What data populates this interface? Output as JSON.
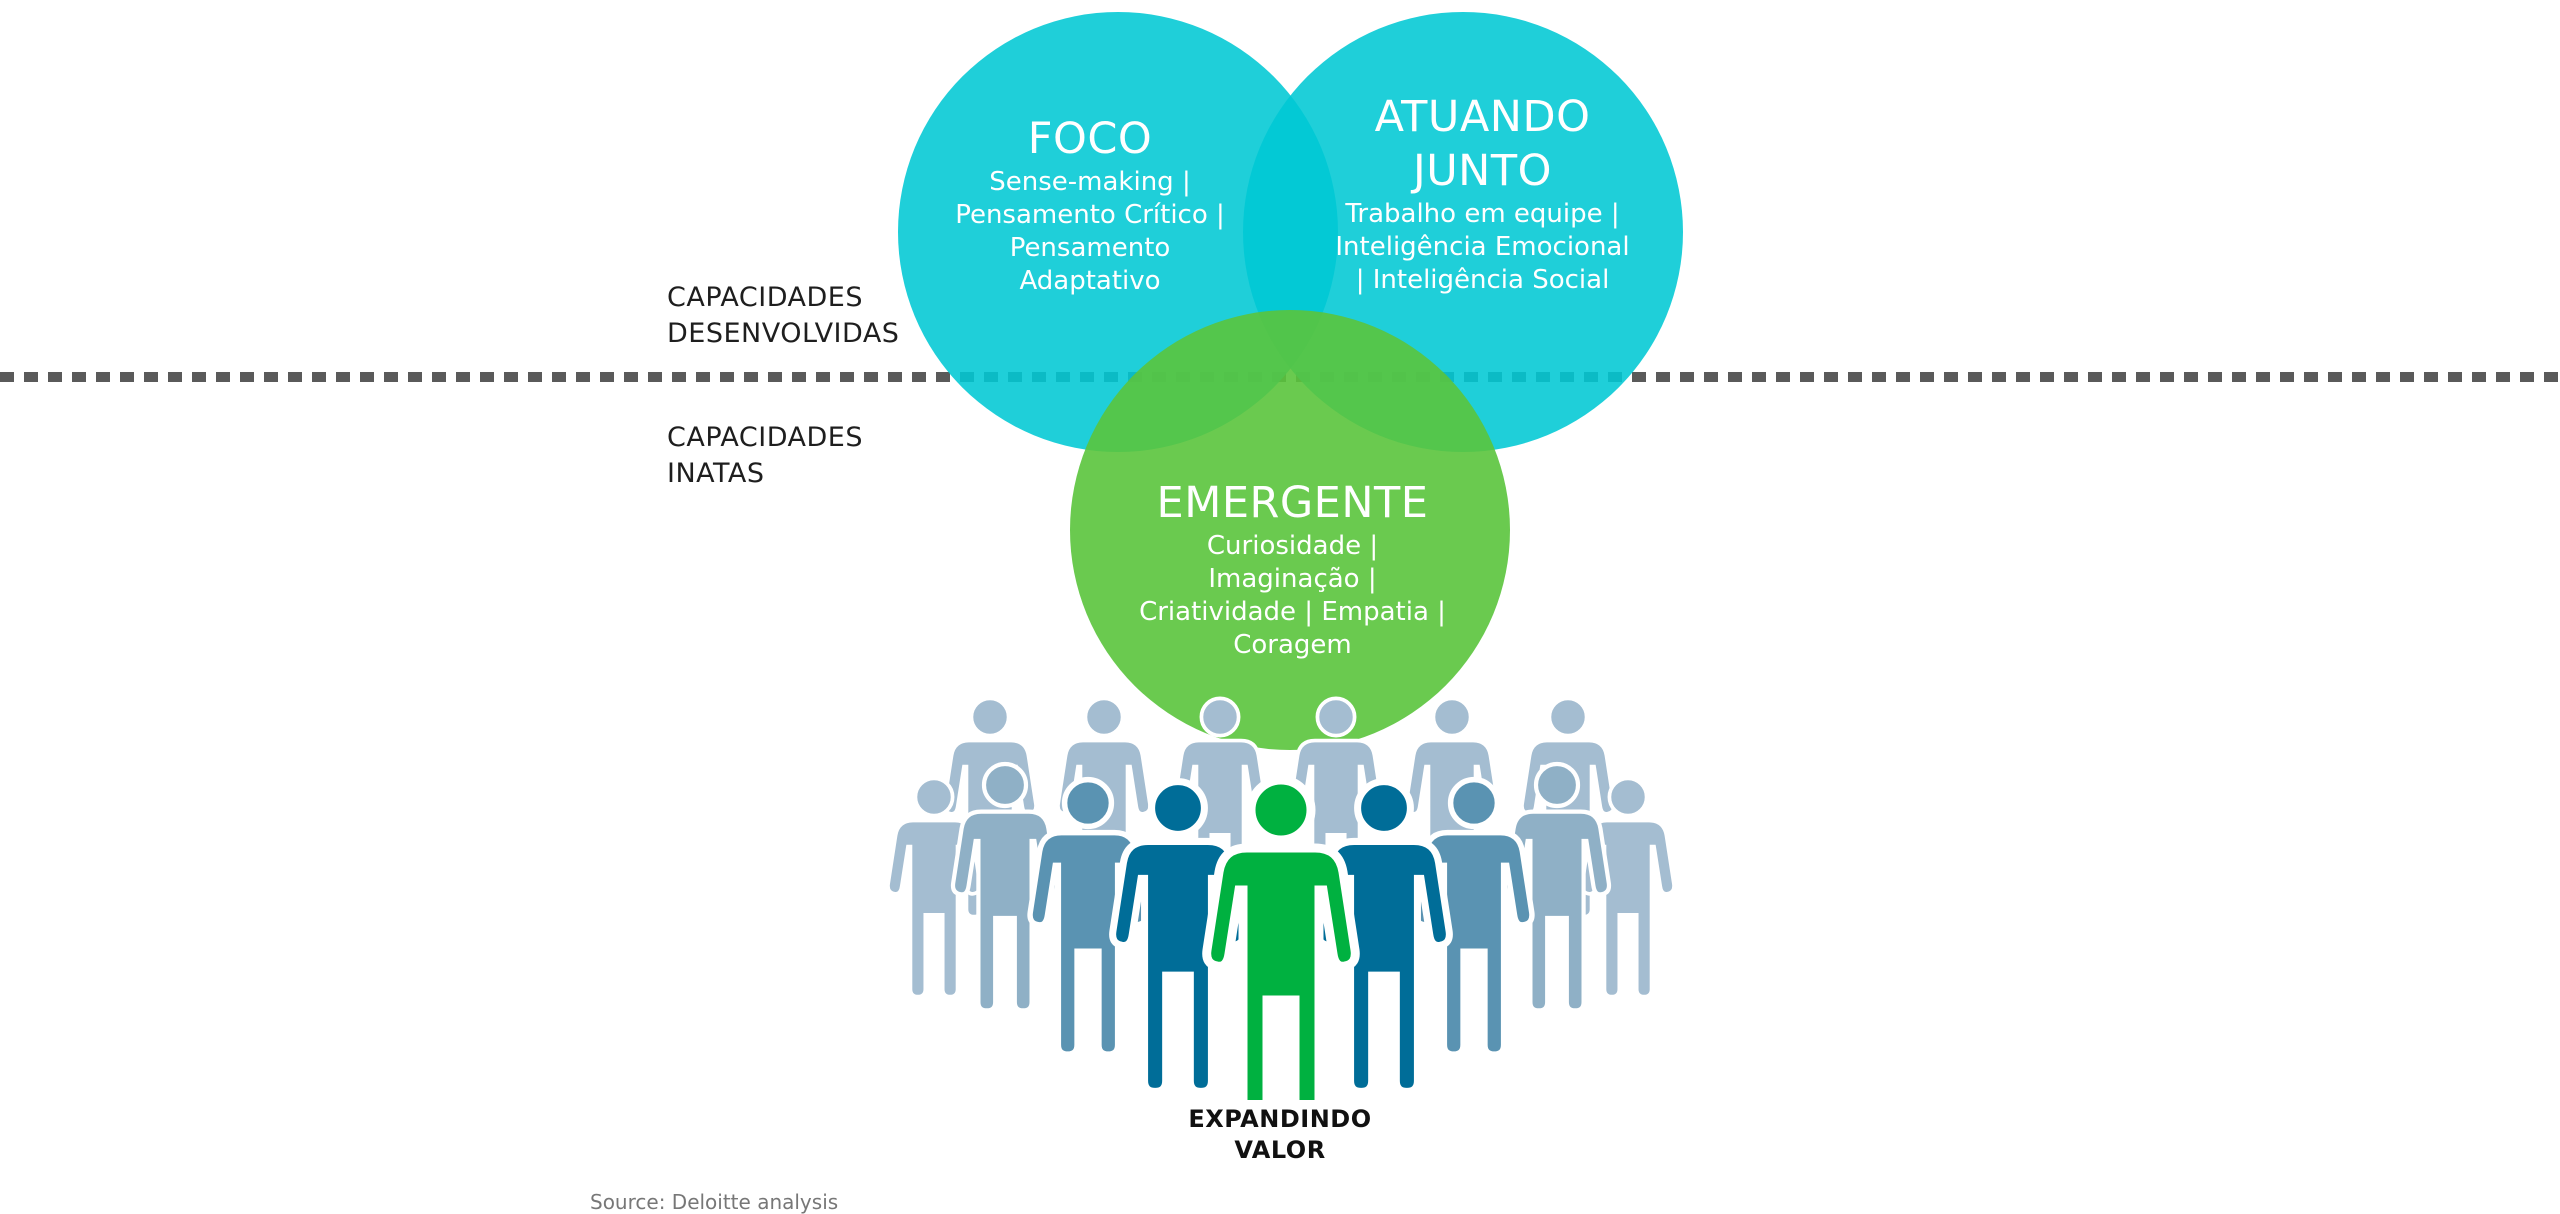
{
  "labels": {
    "developed": "CAPACIDADES\nDESENVOLVIDAS",
    "innate": "CAPACIDADES\nINATAS"
  },
  "circles": {
    "foco": {
      "title": "FOCO",
      "subtitle": "Sense-making | Pensamento Crítico | Pensamento Adaptativo"
    },
    "atuando": {
      "title": "ATUANDO JUNTO",
      "subtitle": "Trabalho em equipe | Inteligência Emocional | Inteligência Social"
    },
    "emergente": {
      "title": "EMERGENTE",
      "subtitle": "Curiosidade | Imaginação | Criatividade | Empatia | Coragem"
    }
  },
  "footer": {
    "caption": "EXPANDINDO\nVALOR",
    "source": "Source: Deloitte analysis"
  },
  "colors": {
    "cyan": "#00c8d4",
    "green": "#5ac43c",
    "leader": "#00b140",
    "person_dark": "#006d98",
    "person_mid": "#5a93b2",
    "person_light": "#a4bdd1",
    "divider": "#5a5a5a"
  }
}
